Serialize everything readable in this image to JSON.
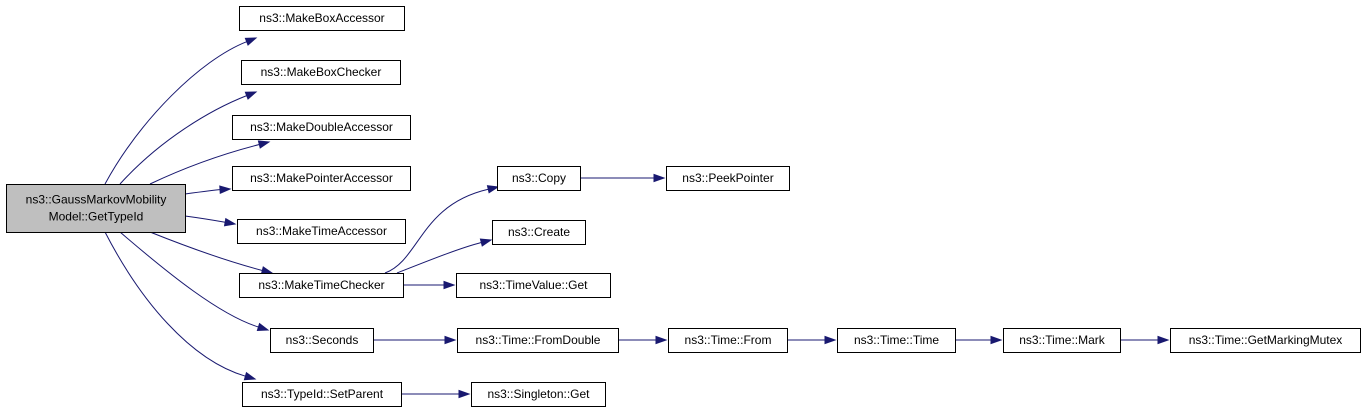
{
  "colors": {
    "edge": "#191970",
    "root_fill": "#bfbfbf",
    "node_fill": "#ffffff",
    "border": "#000000"
  },
  "nodes": [
    {
      "id": "root",
      "lines": [
        "ns3::GaussMarkovMobility",
        "Model::GetTypeId"
      ],
      "root": true
    },
    {
      "id": "makeboxaccessor",
      "lines": [
        "ns3::MakeBoxAccessor"
      ]
    },
    {
      "id": "makeboxchecker",
      "lines": [
        "ns3::MakeBoxChecker"
      ]
    },
    {
      "id": "makedoubleaccessor",
      "lines": [
        "ns3::MakeDoubleAccessor"
      ]
    },
    {
      "id": "makepointeraccessor",
      "lines": [
        "ns3::MakePointerAccessor"
      ]
    },
    {
      "id": "maketimeaccessor",
      "lines": [
        "ns3::MakeTimeAccessor"
      ]
    },
    {
      "id": "maketimechecker",
      "lines": [
        "ns3::MakeTimeChecker"
      ]
    },
    {
      "id": "seconds",
      "lines": [
        "ns3::Seconds"
      ]
    },
    {
      "id": "typeid-setparent",
      "lines": [
        "ns3::TypeId::SetParent"
      ]
    },
    {
      "id": "copy",
      "lines": [
        "ns3::Copy"
      ]
    },
    {
      "id": "create",
      "lines": [
        "ns3::Create"
      ]
    },
    {
      "id": "timevalue-get",
      "lines": [
        "ns3::TimeValue::Get"
      ]
    },
    {
      "id": "peekpointer",
      "lines": [
        "ns3::PeekPointer"
      ]
    },
    {
      "id": "time-fromdouble",
      "lines": [
        "ns3::Time::FromDouble"
      ]
    },
    {
      "id": "time-from",
      "lines": [
        "ns3::Time::From"
      ]
    },
    {
      "id": "time-time",
      "lines": [
        "ns3::Time::Time"
      ]
    },
    {
      "id": "time-mark",
      "lines": [
        "ns3::Time::Mark"
      ]
    },
    {
      "id": "time-getmarkingmutex",
      "lines": [
        "ns3::Time::GetMarkingMutex"
      ]
    },
    {
      "id": "singleton-get",
      "lines": [
        "ns3::Singleton::Get"
      ]
    }
  ],
  "edges": [
    {
      "from": "root",
      "to": "makeboxaccessor"
    },
    {
      "from": "root",
      "to": "makeboxchecker"
    },
    {
      "from": "root",
      "to": "makedoubleaccessor"
    },
    {
      "from": "root",
      "to": "makepointeraccessor"
    },
    {
      "from": "root",
      "to": "maketimeaccessor"
    },
    {
      "from": "root",
      "to": "maketimechecker"
    },
    {
      "from": "root",
      "to": "seconds"
    },
    {
      "from": "root",
      "to": "typeid-setparent"
    },
    {
      "from": "maketimechecker",
      "to": "copy"
    },
    {
      "from": "maketimechecker",
      "to": "create"
    },
    {
      "from": "maketimechecker",
      "to": "timevalue-get"
    },
    {
      "from": "copy",
      "to": "peekpointer"
    },
    {
      "from": "seconds",
      "to": "time-fromdouble"
    },
    {
      "from": "time-fromdouble",
      "to": "time-from"
    },
    {
      "from": "time-from",
      "to": "time-time"
    },
    {
      "from": "time-time",
      "to": "time-mark"
    },
    {
      "from": "time-mark",
      "to": "time-getmarkingmutex"
    },
    {
      "from": "typeid-setparent",
      "to": "singleton-get"
    }
  ]
}
